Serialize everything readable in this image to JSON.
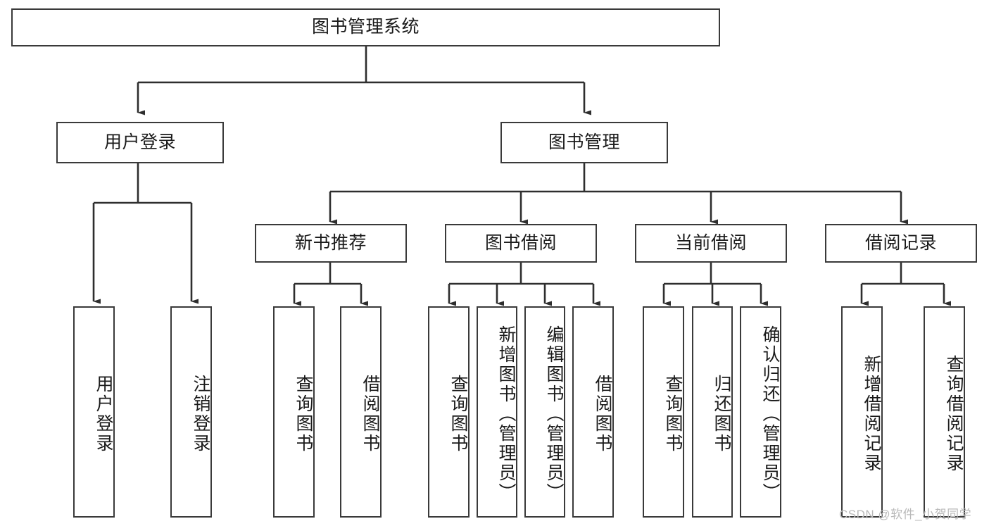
{
  "diagram": {
    "type": "tree-hierarchy",
    "title": "图书管理系统",
    "root": {
      "id": "root",
      "label": "图书管理系统",
      "level": 1,
      "orientation": "horizontal"
    },
    "level2": [
      {
        "id": "user-login",
        "label": "用户登录",
        "orientation": "horizontal"
      },
      {
        "id": "book-manage",
        "label": "图书管理",
        "orientation": "horizontal"
      }
    ],
    "level3": [
      {
        "id": "new-book-rec",
        "label": "新书推荐",
        "parent": "book-manage",
        "orientation": "horizontal"
      },
      {
        "id": "book-borrow",
        "label": "图书借阅",
        "parent": "book-manage",
        "orientation": "horizontal"
      },
      {
        "id": "current-borrow",
        "label": "当前借阅",
        "parent": "book-manage",
        "orientation": "horizontal"
      },
      {
        "id": "borrow-record",
        "label": "借阅记录",
        "parent": "book-manage",
        "orientation": "horizontal"
      }
    ],
    "leaves": [
      {
        "id": "leaf-user-login",
        "label": "用户登录",
        "parent": "user-login",
        "orientation": "vertical"
      },
      {
        "id": "leaf-logout-login",
        "label": "注销登录",
        "parent": "user-login",
        "orientation": "vertical"
      },
      {
        "id": "leaf-query-book-1",
        "label": "查询图书",
        "parent": "new-book-rec",
        "orientation": "vertical"
      },
      {
        "id": "leaf-borrow-book-1",
        "label": "借阅图书",
        "parent": "new-book-rec",
        "orientation": "vertical"
      },
      {
        "id": "leaf-query-book-2",
        "label": "查询图书",
        "parent": "book-borrow",
        "orientation": "vertical"
      },
      {
        "id": "leaf-add-book",
        "label": "新增图书（管理员）",
        "parent": "book-borrow",
        "orientation": "vertical"
      },
      {
        "id": "leaf-edit-book",
        "label": "编辑图书（管理员）",
        "parent": "book-borrow",
        "orientation": "vertical"
      },
      {
        "id": "leaf-borrow-book-2",
        "label": "借阅图书",
        "parent": "book-borrow",
        "orientation": "vertical"
      },
      {
        "id": "leaf-query-book-3",
        "label": "查询图书",
        "parent": "current-borrow",
        "orientation": "vertical"
      },
      {
        "id": "leaf-return-book",
        "label": "归还图书",
        "parent": "current-borrow",
        "orientation": "vertical"
      },
      {
        "id": "leaf-confirm-return",
        "label": "确认归还（管理员）",
        "parent": "current-borrow",
        "orientation": "vertical"
      },
      {
        "id": "leaf-add-record",
        "label": "新增借阅记录",
        "parent": "borrow-record",
        "orientation": "vertical"
      },
      {
        "id": "leaf-query-record",
        "label": "查询借阅记录",
        "parent": "borrow-record",
        "orientation": "vertical"
      }
    ]
  },
  "watermark": {
    "text": "CSDN @软件_小贺同学"
  },
  "colors": {
    "stroke": "#3a3a3a",
    "background": "#ffffff",
    "text": "#1a1a1a",
    "watermark": "#b9b9b9"
  }
}
